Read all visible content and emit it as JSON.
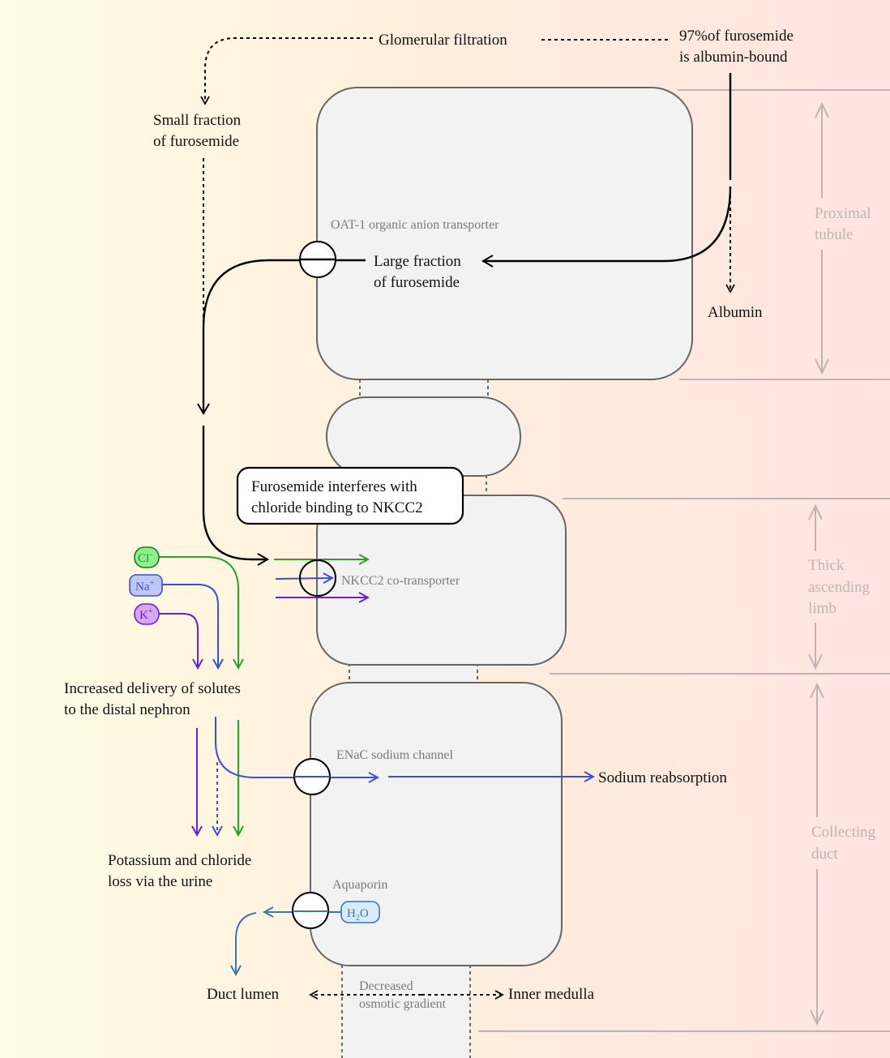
{
  "labels": {
    "glomerular": "Glomerular filtration",
    "bound_1": "97%of furosemide",
    "bound_2": "is albumin-bound",
    "small_1": "Small fraction",
    "small_2": "of furosemide",
    "oat": "OAT-1 organic anion transporter",
    "large_1": "Large fraction",
    "large_2": "of furosemide",
    "albumin": "Albumin",
    "callout_1": "Furosemide interferes with",
    "callout_2": "chloride binding to NKCC2",
    "nkcc2": "NKCC2 co-transporter",
    "increased_1": "Increased delivery of solutes",
    "increased_2": "to the distal nephron",
    "enac": "ENaC sodium channel",
    "sodium": "Sodium reabsorption",
    "loss_1": "Potassium and chloride",
    "loss_2": "loss via the urine",
    "aquaporin": "Aquaporin",
    "duct_lumen": "Duct lumen",
    "decreased_1": "Decreased",
    "decreased_2": "osmotic gradient",
    "inner_medulla": "Inner medulla"
  },
  "ions": {
    "cl": "Cl",
    "cl_sup": "-",
    "na": "Na",
    "na_sup": "+",
    "k": "K",
    "k_sup": "+",
    "h2o_h": "H",
    "h2o_sub": "2",
    "h2o_o": "O"
  },
  "regions": {
    "proximal_1": "Proximal",
    "proximal_2": "tubule",
    "thick_1": "Thick",
    "thick_2": "ascending",
    "thick_3": "limb",
    "collecting_1": "Collecting",
    "collecting_2": "duct"
  },
  "colors": {
    "chloride": "#2ca02c",
    "sodium": "#3a4fd8",
    "potassium": "#6a1fd8",
    "water": "#3a76b0",
    "region": "#bdb3b3"
  }
}
